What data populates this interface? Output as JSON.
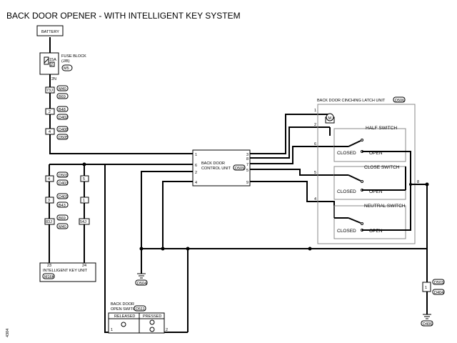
{
  "title": "BACK DOOR OPENER - WITH INTELLIGENT KEY SYSTEM",
  "battery": "BATTERY",
  "fuse": {
    "amp": "15A",
    "num": "2",
    "block": "FUSE BLOCK",
    "block_sub": "(J/B)",
    "conn": "M5"
  },
  "wire_2n": "2N",
  "left_chain": [
    {
      "pin": "73J",
      "conn": "M40"
    },
    {
      "pin": "",
      "conn": "B69"
    },
    {
      "pin": "2",
      "conn": "B48"
    },
    {
      "pin": "",
      "conn": "D402"
    },
    {
      "pin": "4",
      "conn": "D408"
    },
    {
      "pin": "",
      "conn": "D505"
    }
  ],
  "ikey_chain": [
    {
      "pin_a": "4",
      "pin_b": "5",
      "conn_top": "D501",
      "conn_bot": "D403"
    },
    {
      "pin_a": "3",
      "pin_b": "1",
      "conn_top": "D401",
      "conn_bot": "B43"
    },
    {
      "pin_a": "83J",
      "pin_b": "54J",
      "conn_top": "B69",
      "conn_bot": "M40"
    }
  ],
  "ikey_unit": {
    "pin_left": "23",
    "pin_right": "24",
    "name": "INTELLIGENT KEY UNIT",
    "conn": "M16K"
  },
  "control_unit": {
    "line1": "BACK DOOR",
    "line2": "CONTROL UNIT",
    "conn": "D509",
    "pins_left": [
      "1",
      "6",
      "2",
      "4"
    ],
    "pins_right": [
      "3",
      "8",
      "7",
      "5",
      "9"
    ]
  },
  "latch_unit": {
    "name": "BACK DOOR CINCHING LATCH UNIT",
    "conn": "D506",
    "motor": "M",
    "pins": [
      "1",
      "2",
      "6",
      "5",
      "4",
      "8"
    ],
    "switches": [
      {
        "name": "HALF SWITCH",
        "closed": "CLOSED",
        "open": "OPEN"
      },
      {
        "name": "CLOSE SWITCH",
        "closed": "CLOSED",
        "open": "OPEN"
      },
      {
        "name": "NEUTRAL SWITCH",
        "closed": "CLOSED",
        "open": "OPEN"
      }
    ]
  },
  "ground_left": "D504",
  "ground_right": {
    "pin": "1",
    "conn_top": "D503",
    "conn_bot": "D404",
    "ground": "D406"
  },
  "open_switch": {
    "line1": "BACK DOOR",
    "line2": "OPEN SWITCH",
    "conn": "D511",
    "released": "RELEASED",
    "pressed": "PRESSED",
    "pin_left": "1",
    "pin_right": "2"
  },
  "side_code": "4304"
}
